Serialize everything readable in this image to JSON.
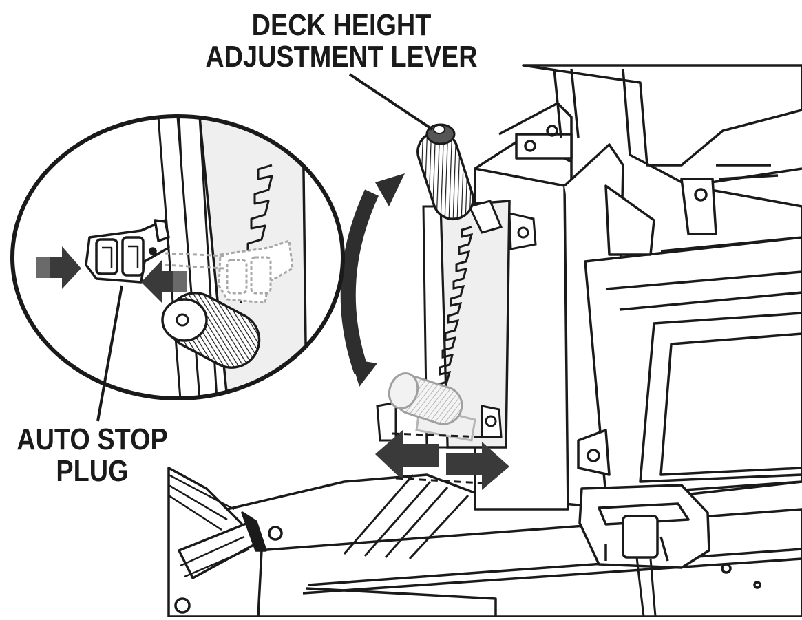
{
  "callouts": {
    "deck_height": {
      "line1": "DECK HEIGHT",
      "line2": "ADJUSTMENT LEVER"
    },
    "auto_stop": {
      "line1": "AUTO STOP",
      "line2": "PLUG"
    }
  },
  "colors": {
    "ink": "#1a1a1a",
    "arrow": "#3a3a3a",
    "ghost": "#b0b0b0",
    "panel": "#efefef",
    "paper": "#ffffff"
  },
  "icons": {
    "rotation_arrow": "curved-double-arrow",
    "slide_arrows": "left-right-arrows",
    "insert_arrows": "inward-arrows"
  }
}
